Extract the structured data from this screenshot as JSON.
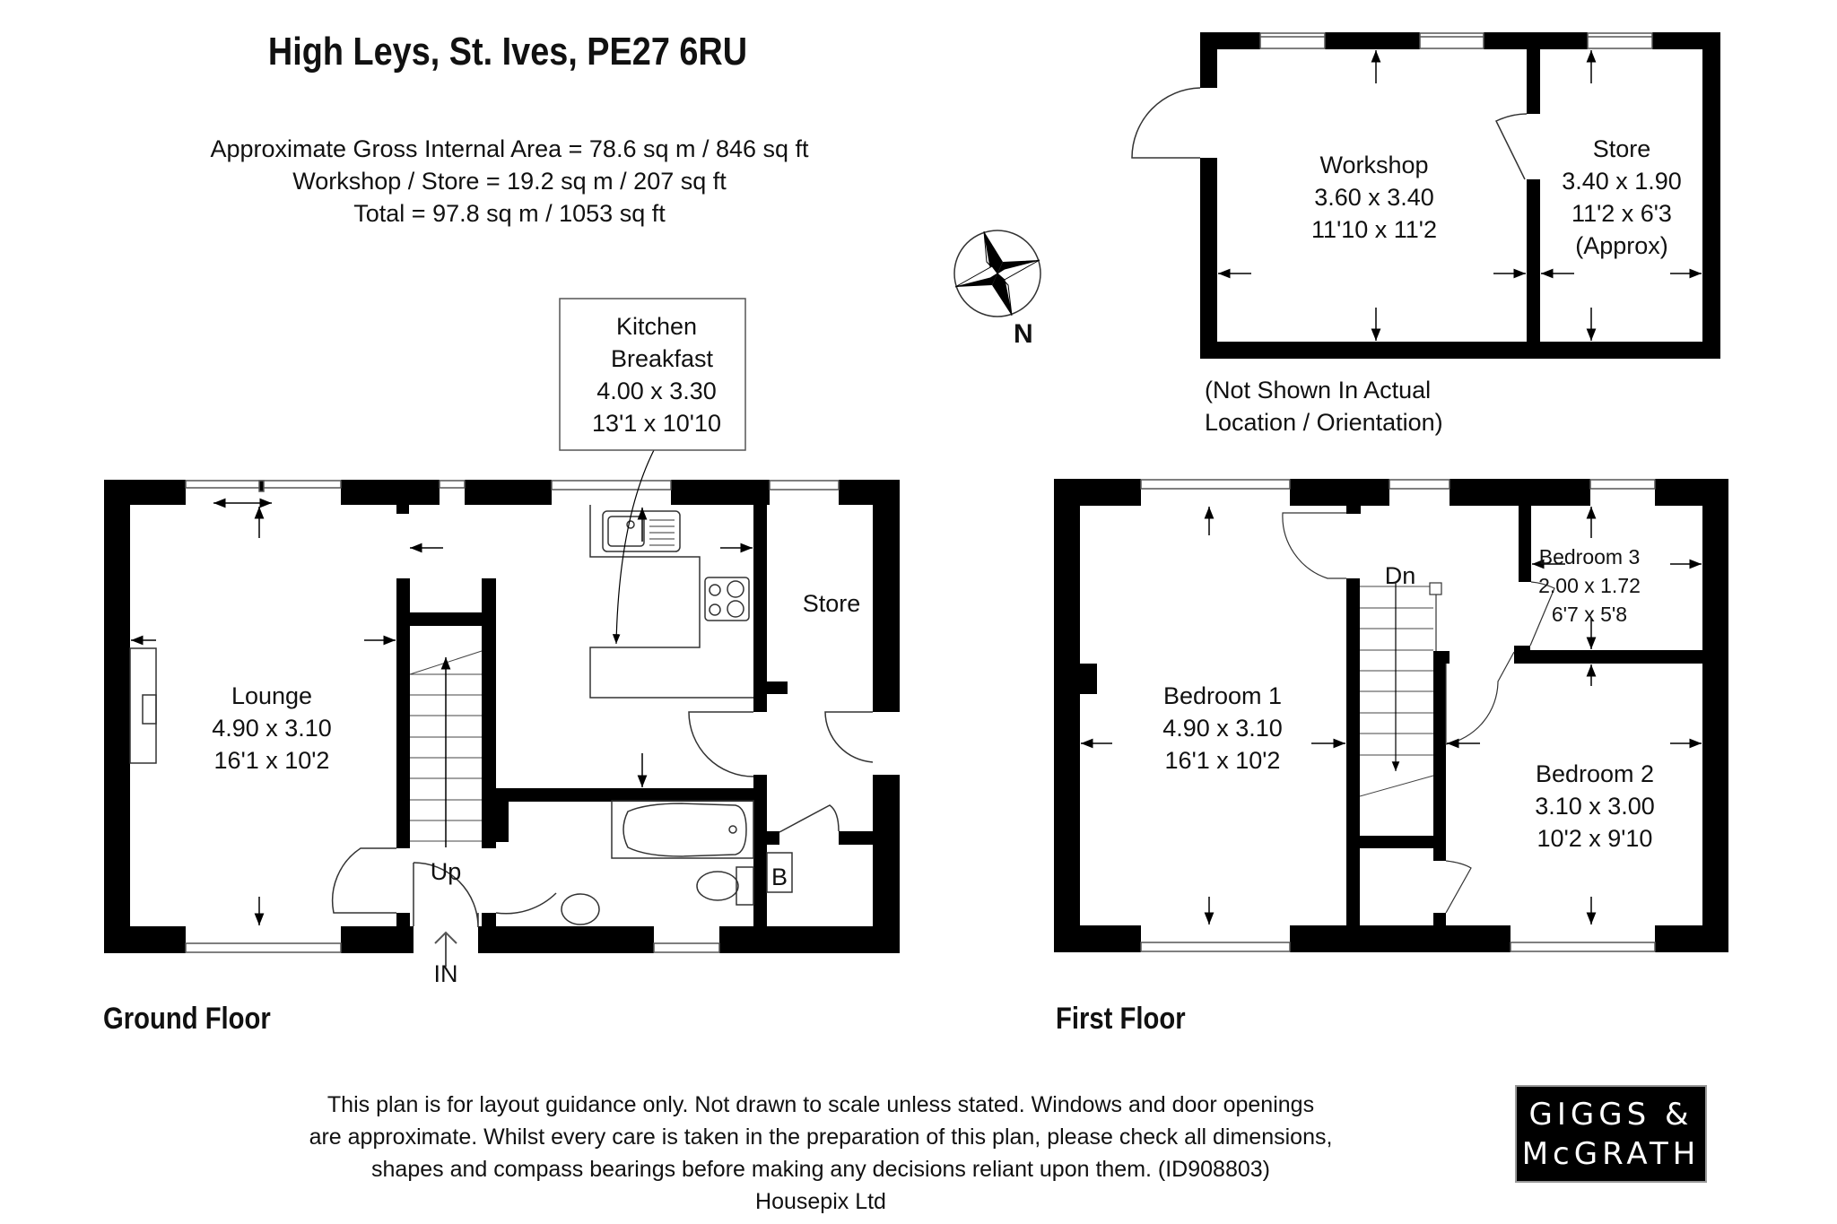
{
  "header": {
    "title": "High Leys, St. Ives, PE27 6RU",
    "area_lines": [
      "Approximate Gross Internal Area = 78.6 sq m / 846 sq ft",
      "Workshop / Store = 19.2 sq m / 207 sq ft",
      "Total = 97.8 sq m / 1053 sq ft"
    ]
  },
  "compass": {
    "label": "N",
    "icon": "compass-rose-icon"
  },
  "outbuilding": {
    "rooms": [
      {
        "name": "Workshop",
        "metric": "3.60 x 3.40",
        "imperial": "11'10 x 11'2"
      },
      {
        "name": "Store",
        "metric": "3.40 x 1.90",
        "imperial": "11'2 x 6'3",
        "note": "(Approx)"
      }
    ],
    "caption_lines": [
      "(Not Shown In Actual",
      "Location / Orientation)"
    ]
  },
  "ground_floor": {
    "label": "Ground Floor",
    "rooms": [
      {
        "name": "Lounge",
        "metric": "4.90 x 3.10",
        "imperial": "16'1 x 10'2"
      },
      {
        "name_lines": [
          "Kitchen",
          "Breakfast"
        ],
        "metric": "4.00 x 3.30",
        "imperial": "13'1 x 10'10"
      },
      {
        "name": "Store"
      }
    ],
    "stair_label": "Up",
    "entrance_label": "IN",
    "boiler_label": "B"
  },
  "first_floor": {
    "label": "First Floor",
    "rooms": [
      {
        "name": "Bedroom 1",
        "metric": "4.90 x 3.10",
        "imperial": "16'1 x 10'2"
      },
      {
        "name": "Bedroom 2",
        "metric": "3.10 x 3.00",
        "imperial": "10'2 x 9'10"
      },
      {
        "name": "Bedroom 3",
        "metric": "2.00 x 1.72",
        "imperial": "6'7 x 5'8"
      }
    ],
    "stair_label": "Dn"
  },
  "footer": {
    "disclaimer_lines": [
      "This plan is for layout guidance only. Not drawn to scale unless stated. Windows and door openings",
      "are approximate. Whilst every care is taken in the preparation of this plan, please check all dimensions,",
      "shapes and compass bearings before making any decisions reliant upon them. (ID908803)",
      "Housepix Ltd"
    ]
  },
  "logo": {
    "line1": "GIGGS &",
    "line2": "McGRATH",
    "background": "#000000",
    "text_color": "#ffffff"
  },
  "colors": {
    "wall": "#000000",
    "line": "#222222",
    "background": "#ffffff"
  }
}
